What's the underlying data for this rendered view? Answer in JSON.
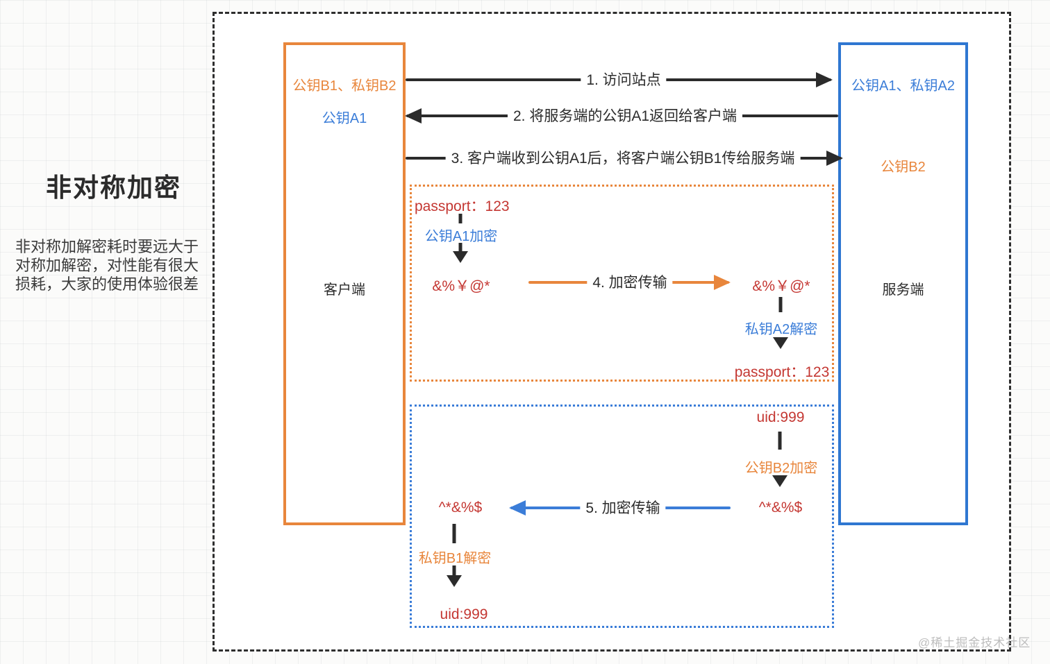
{
  "page": {
    "title": "非对称加密",
    "note": "非对称加解密耗时要远大于对称加解密，对性能有很大损耗，大家的使用体验很差",
    "watermark": "@稀土掘金技术社区"
  },
  "colors": {
    "orange": "#e8863c",
    "blue": "#3b7dd8",
    "red": "#c43732",
    "dark": "#2b2b2b",
    "watermark_gray": "#bdbdbd"
  },
  "client": {
    "keys_line1": "公钥B1、私钥B2",
    "keys_line2": "公钥A1",
    "label": "客户端"
  },
  "server": {
    "keys_line1": "公钥A1、私钥A2",
    "keys_line2": "公钥B2",
    "label": "服务端"
  },
  "arrows": {
    "step1": "1. 访问站点",
    "step2": "2. 将服务端的公钥A1返回给客户端",
    "step3": "3. 客户端收到公钥A1后，将客户端公钥B1传给服务端",
    "step4": "4. 加密传输",
    "step5": "5. 加密传输"
  },
  "flow4": {
    "plain_src": "passport：123",
    "encrypt_label": "公钥A1加密",
    "cipher_left": "&%￥@*",
    "cipher_right": "&%￥@*",
    "decrypt_label": "私钥A2解密",
    "plain_dst": "passport：123"
  },
  "flow5": {
    "plain_src": "uid:999",
    "encrypt_label": "公钥B2加密",
    "cipher_right": "^*&%$",
    "cipher_left": "^*&%$",
    "decrypt_label": "私钥B1解密",
    "plain_dst": "uid:999"
  }
}
